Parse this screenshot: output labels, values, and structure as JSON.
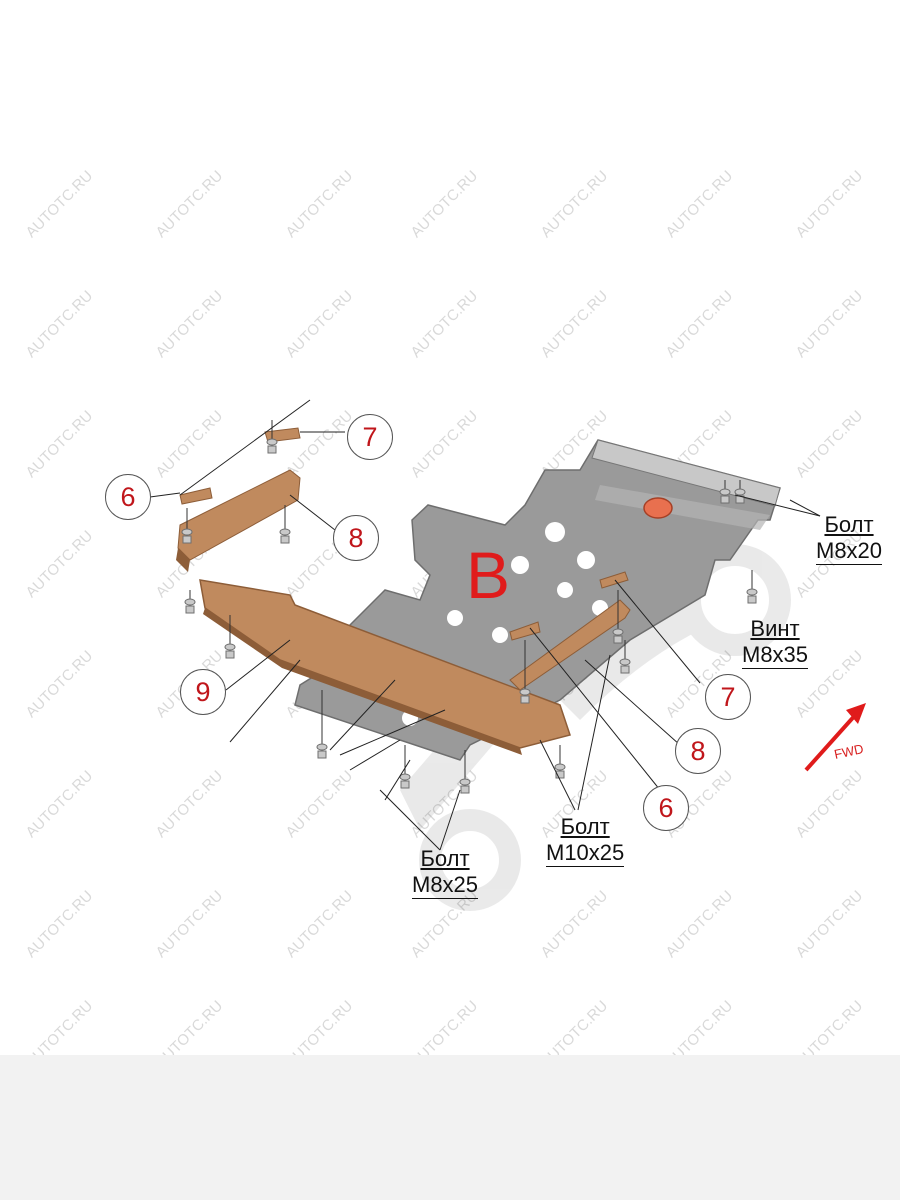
{
  "section_letter": "B",
  "part_numbers": {
    "p6_left": "6",
    "p7_top": "7",
    "p8_top": "8",
    "p9": "9",
    "p7_right": "7",
    "p8_right": "8",
    "p6_bottom": "6"
  },
  "hardware": {
    "bolt_m8x20": {
      "name": "Болт",
      "size": "M8x20"
    },
    "screw_m8x35": {
      "name": "Винт",
      "size": "M8x35"
    },
    "bolt_m10x25": {
      "name": "Болт",
      "size": "M10x25"
    },
    "bolt_m8x25": {
      "name": "Болт",
      "size": "M8x25"
    }
  },
  "direction_label": "FWD",
  "watermark": {
    "text": "AUTOTC.RU",
    "logo_text": "SHERIFF"
  },
  "colors": {
    "plate": "#9a9a9a",
    "plate_light": "#c8c8c8",
    "bracket": "#c08a5e",
    "bracket_dark": "#8d5d38",
    "accent_red": "#e01b1b",
    "number_red": "#c0161b"
  }
}
